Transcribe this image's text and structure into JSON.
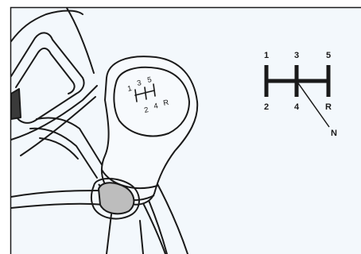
{
  "colors": {
    "background": "#f3f8fc",
    "frame": "#1a1a1a",
    "line": "#1a1a1a",
    "knob_fill": "#f7fafd",
    "boot_shade": "#bdbdbd"
  },
  "shift_pattern": {
    "top_gears": [
      "1",
      "3",
      "5"
    ],
    "bottom_gears": [
      "2",
      "4",
      "R"
    ],
    "neutral_label": "N"
  },
  "knob_engraving": {
    "top_gears": [
      "1",
      "3",
      "5"
    ],
    "bottom_gears": [
      "2",
      "4",
      "R"
    ]
  }
}
